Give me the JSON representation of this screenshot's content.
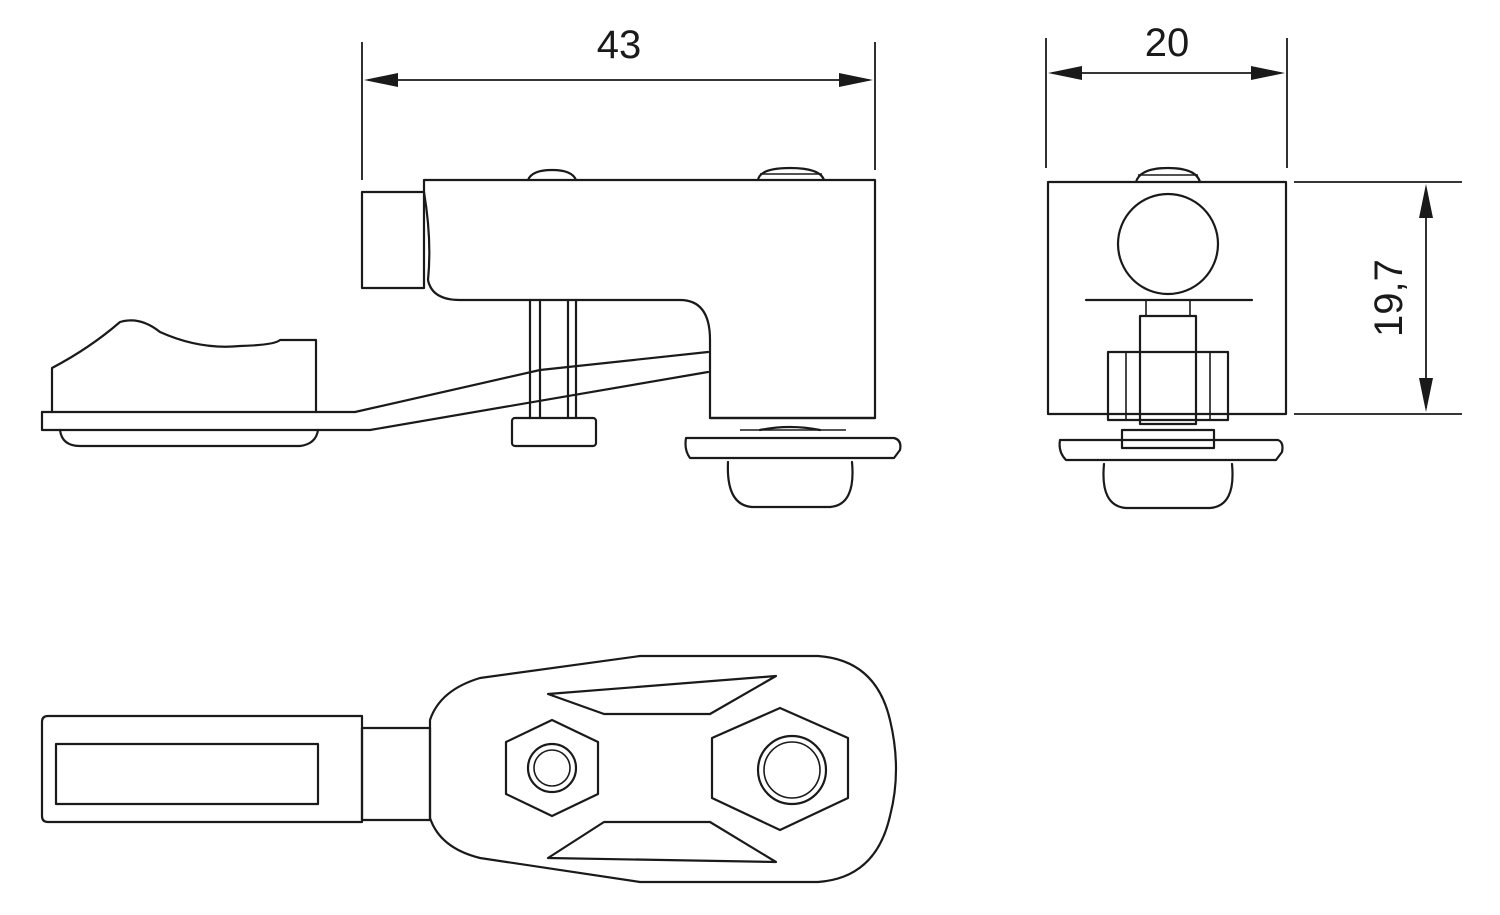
{
  "dimensions": {
    "length": "43",
    "width": "20",
    "height": "19,7"
  },
  "colors": {
    "line": "#1a1a1a",
    "background": "#ffffff"
  }
}
